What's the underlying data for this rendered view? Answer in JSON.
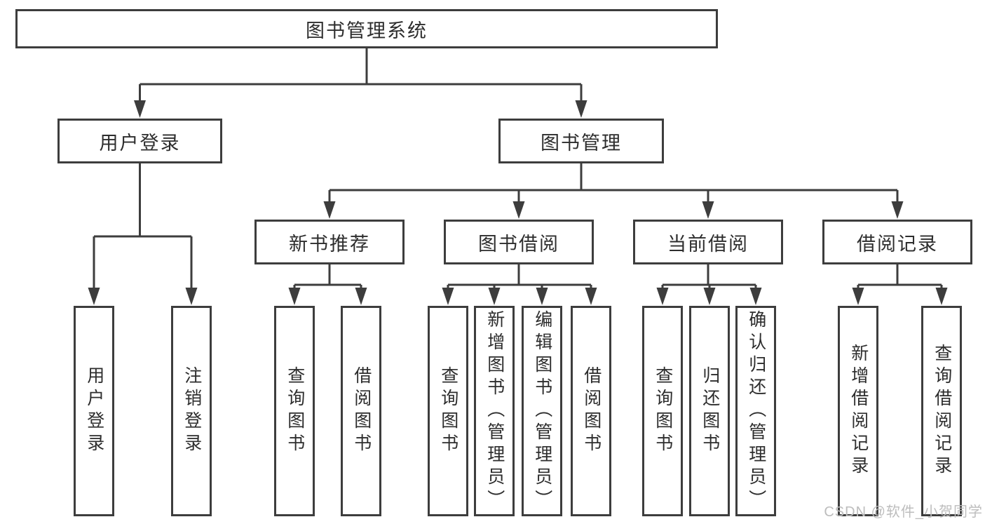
{
  "tree": {
    "label": "图书管理系统",
    "children": [
      {
        "label": "用户登录",
        "children": [
          {
            "label": "用户登录"
          },
          {
            "label": "注销登录"
          }
        ]
      },
      {
        "label": "图书管理",
        "children": [
          {
            "label": "新书推荐",
            "children": [
              {
                "label": "查询图书"
              },
              {
                "label": "借阅图书"
              }
            ]
          },
          {
            "label": "图书借阅",
            "children": [
              {
                "label": "查询图书"
              },
              {
                "label": "新增图书（管理员）"
              },
              {
                "label": "编辑图书（管理员）"
              },
              {
                "label": "借阅图书"
              }
            ]
          },
          {
            "label": "当前借阅",
            "children": [
              {
                "label": "查询图书"
              },
              {
                "label": "归还图书"
              },
              {
                "label": "确认归还（管理员）"
              }
            ]
          },
          {
            "label": "借阅记录",
            "children": [
              {
                "label": "新增借阅记录"
              },
              {
                "label": "查询借阅记录"
              }
            ]
          }
        ]
      }
    ]
  },
  "watermark": "CSDN @软件_小贺同学",
  "colors": {
    "line": "#3d3d3d",
    "text": "#2d2d2d",
    "watermark": "#bdbdbd",
    "background": "#ffffff"
  }
}
